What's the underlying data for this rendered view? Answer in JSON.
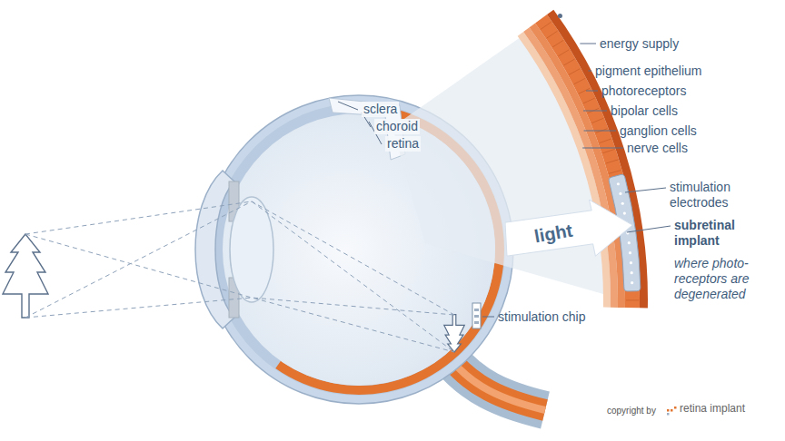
{
  "diagram": {
    "nodes": [
      {
        "text": [
          "light"
        ]
      }
    ],
    "labels": [
      "sclera",
      "choroid",
      "retina",
      "energy supply",
      "pigment epithelium",
      "photoreceptors",
      "bipolar cells",
      "ganglion cells",
      "nerve cells",
      "stimulation electrodes",
      "subretinal implant",
      "where photo- receptors are degenerated",
      "stimulation chip",
      "copyright by",
      "retina implant"
    ]
  }
}
